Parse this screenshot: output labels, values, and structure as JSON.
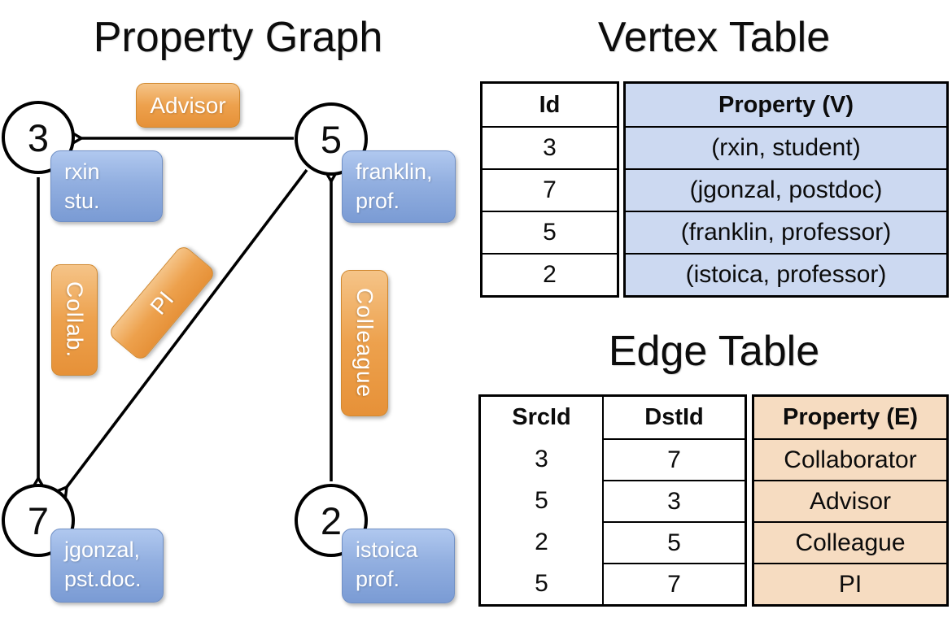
{
  "graph": {
    "title": "Property Graph",
    "nodes": {
      "n3": "3",
      "n5": "5",
      "n7": "7",
      "n2": "2"
    },
    "vertex_labels": {
      "rxin": {
        "line1": "rxin",
        "line2": "stu."
      },
      "franklin": {
        "line1": "franklin,",
        "line2": "prof."
      },
      "jgonzal": {
        "line1": "jgonzal,",
        "line2": "pst.doc."
      },
      "istoica": {
        "line1": "istoica",
        "line2": "prof."
      }
    },
    "edge_labels": {
      "advisor": "Advisor",
      "collab": "Collab.",
      "pi": "PI",
      "colleague": "Colleague"
    }
  },
  "vertex_table": {
    "title": "Vertex Table",
    "columns": {
      "id": "Id",
      "property": "Property (V)"
    },
    "rows": [
      {
        "id": "3",
        "property": "(rxin, student)"
      },
      {
        "id": "7",
        "property": "(jgonzal, postdoc)"
      },
      {
        "id": "5",
        "property": "(franklin, professor)"
      },
      {
        "id": "2",
        "property": "(istoica, professor)"
      }
    ]
  },
  "edge_table": {
    "title": "Edge Table",
    "columns": {
      "src": "SrcId",
      "dst": "DstId",
      "property": "Property (E)"
    },
    "rows": [
      {
        "src": "3",
        "dst": "7",
        "property": "Collaborator"
      },
      {
        "src": "5",
        "dst": "3",
        "property": "Advisor"
      },
      {
        "src": "2",
        "dst": "5",
        "property": "Colleague"
      },
      {
        "src": "5",
        "dst": "7",
        "property": "PI"
      }
    ]
  },
  "colors": {
    "edge_label_fill": "#eda14d",
    "vertex_label_fill": "#8aa8dd",
    "vertex_table_property_bg": "#ccd9f1",
    "edge_table_property_bg": "#f6dcc1",
    "line_color": "#000000"
  }
}
